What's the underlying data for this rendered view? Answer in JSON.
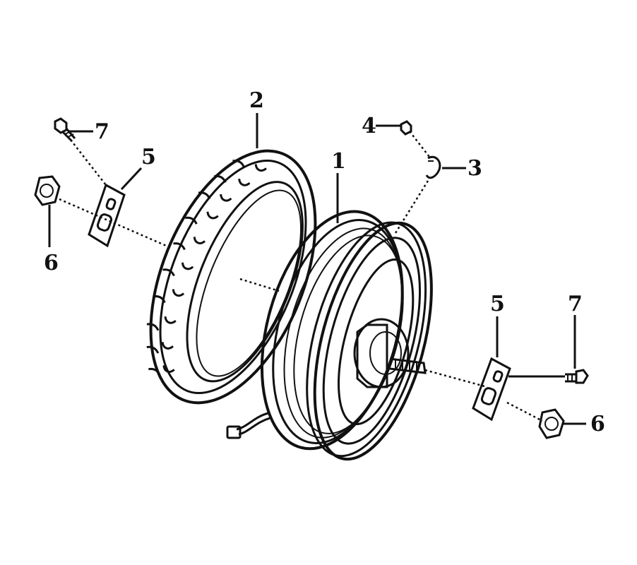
{
  "diagram": {
    "type": "exploded parts diagram",
    "subject": "electric scooter rear hub-motor wheel assembly",
    "callouts": [
      {
        "id": "callout-1",
        "number": "1",
        "part": "wheel-rim-hub-motor-icon"
      },
      {
        "id": "callout-2",
        "number": "2",
        "part": "tire-icon"
      },
      {
        "id": "callout-3",
        "number": "3",
        "part": "cable-clamp-icon"
      },
      {
        "id": "callout-4",
        "number": "4",
        "part": "small-nut-icon"
      },
      {
        "id": "callout-5-left",
        "number": "5",
        "part": "axle-plate-icon"
      },
      {
        "id": "callout-5-right",
        "number": "5",
        "part": "axle-plate-icon"
      },
      {
        "id": "callout-6-left",
        "number": "6",
        "part": "axle-nut-icon"
      },
      {
        "id": "callout-6-right",
        "number": "6",
        "part": "axle-nut-icon"
      },
      {
        "id": "callout-7-left",
        "number": "7",
        "part": "bolt-icon"
      },
      {
        "id": "callout-7-right",
        "number": "7",
        "part": "bolt-icon"
      }
    ],
    "colors": {
      "ink": "#111111",
      "paper": "#ffffff"
    }
  }
}
